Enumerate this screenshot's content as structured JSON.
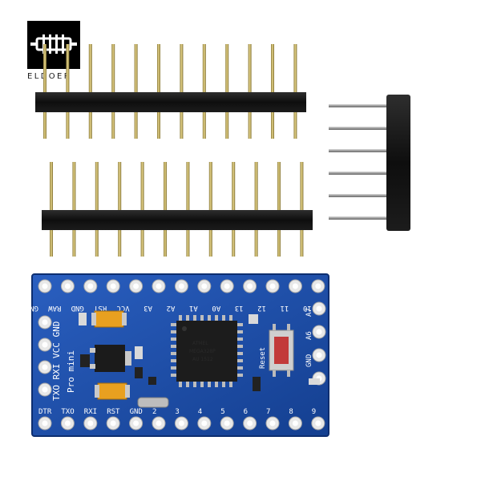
{
  "brand": {
    "name": "ELDOER",
    "color": "#000000"
  },
  "board": {
    "color": "#1f4fa8",
    "title": "Pro mini",
    "left_side_labels": [
      "GND",
      "RAW",
      "GND",
      "RST",
      "VCC",
      "A3",
      "A2",
      "A1",
      "A0",
      "13",
      "12",
      "11",
      "10"
    ],
    "left_column_labels": [
      "TXO",
      "RXI",
      "VCC",
      "GND"
    ],
    "bottom_labels": [
      "DTR",
      "TXO",
      "RXI",
      "RST",
      "GND",
      "2",
      "3",
      "4",
      "5",
      "6",
      "7",
      "8",
      "9"
    ],
    "right_labels": [
      "A7",
      "A6",
      "GND"
    ],
    "reset_label": "Reset",
    "chip_text": [
      "ATMEL",
      "MEGA328P",
      "AU 1512"
    ]
  },
  "headers": {
    "long_pin_count": 12,
    "right_angle_pin_count": 6
  }
}
